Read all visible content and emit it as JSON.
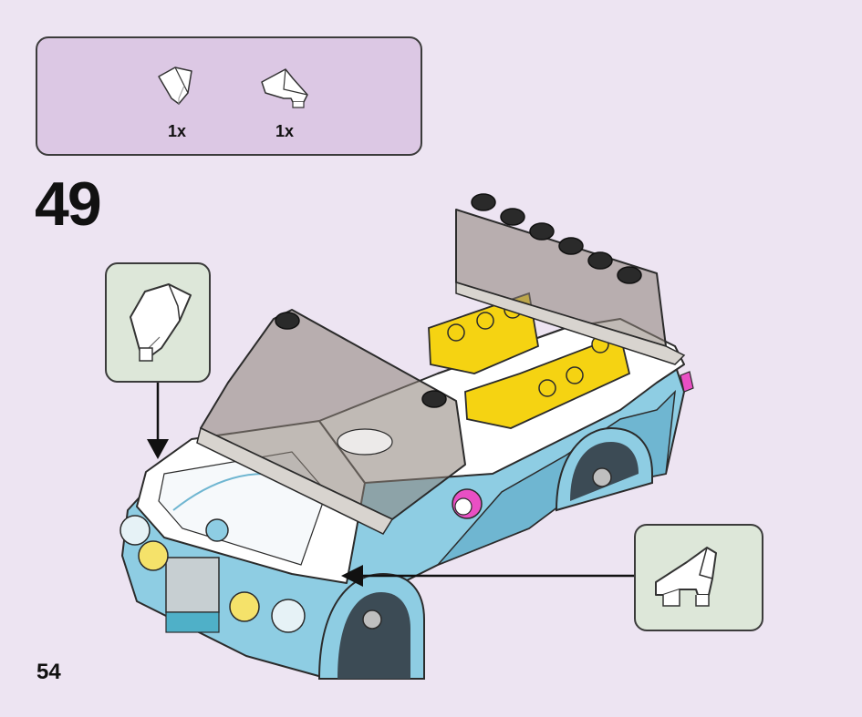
{
  "parts_list": {
    "items": [
      {
        "icon": "curved-slope-left-piece",
        "quantity": "1x"
      },
      {
        "icon": "curved-slope-right-piece",
        "quantity": "1x"
      }
    ]
  },
  "step": {
    "number": "49"
  },
  "page": {
    "number": "54"
  },
  "callouts": [
    {
      "icon": "curved-slope-left-piece",
      "position": "left-front"
    },
    {
      "icon": "curved-slope-right-piece",
      "position": "right-front"
    }
  ],
  "colors": {
    "background": "#ede4f2",
    "parts_box": "#dcc8e4",
    "callout_box": "#dde7d9",
    "car_body": "#8ecde3",
    "car_white": "#ffffff",
    "yellow": "#f5d312",
    "pink": "#e94fc4",
    "windshield": "#8c8278"
  }
}
